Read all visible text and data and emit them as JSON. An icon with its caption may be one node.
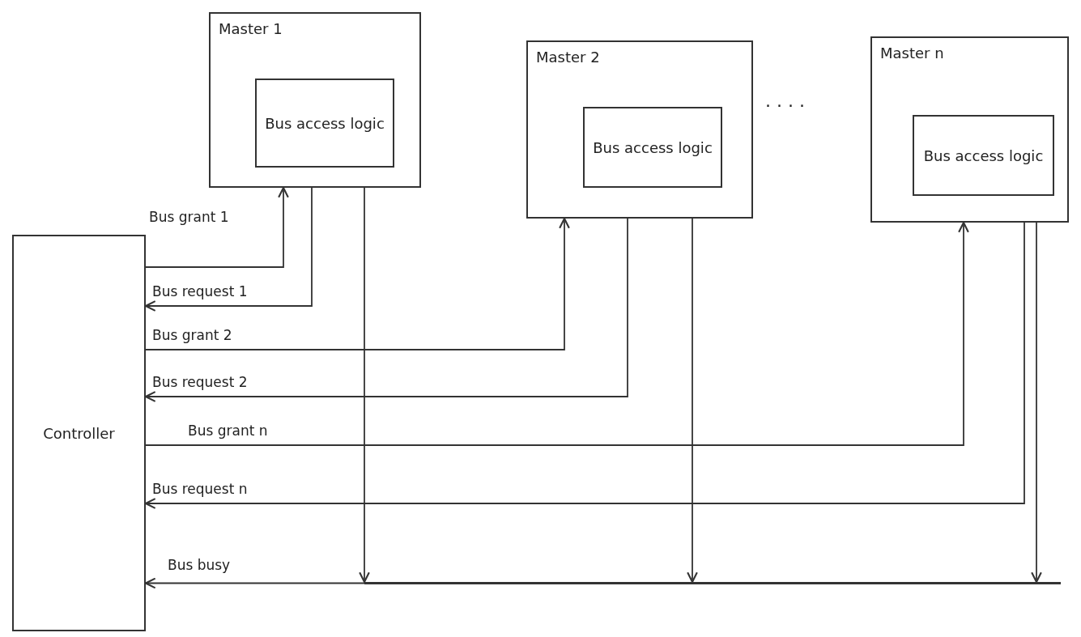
{
  "diagram": {
    "nodes": [
      {
        "text": [
          "Master 1"
        ]
      },
      {
        "text": [
          "Bus access logic"
        ],
        "in": 0
      },
      {
        "text": [
          "Master 2"
        ]
      },
      {
        "text": [
          "Bus access logic"
        ],
        "in": 2
      },
      {
        "text": [
          "Master n"
        ]
      },
      {
        "text": [
          "Bus access logic"
        ],
        "in": 4
      },
      {
        "text": [
          "Controller"
        ]
      },
      {
        "text": [],
        "shape": "bar"
      }
    ],
    "edges": [
      {
        "from": 6,
        "to": 0,
        "arrow": "to",
        "label": "Bus grant 1"
      },
      {
        "from": 0,
        "to": 6,
        "arrow": "to",
        "label": "Bus request 1"
      },
      {
        "from": 6,
        "to": 2,
        "arrow": "to",
        "label": "Bus grant 2"
      },
      {
        "from": 2,
        "to": 6,
        "arrow": "to",
        "label": "Bus request 2"
      },
      {
        "from": 6,
        "to": 4,
        "arrow": "to",
        "label": "Bus grant n"
      },
      {
        "from": 4,
        "to": 6,
        "arrow": "to",
        "label": "Bus request n"
      },
      {
        "from": 0,
        "to": 7,
        "arrow": "to"
      },
      {
        "from": 2,
        "to": 7,
        "arrow": "to"
      },
      {
        "from": 4,
        "to": 7,
        "arrow": "to"
      },
      {
        "from": 7,
        "to": 6,
        "arrow": "to",
        "label": "Bus busy"
      }
    ],
    "labels": [
      "· · · ·"
    ]
  }
}
